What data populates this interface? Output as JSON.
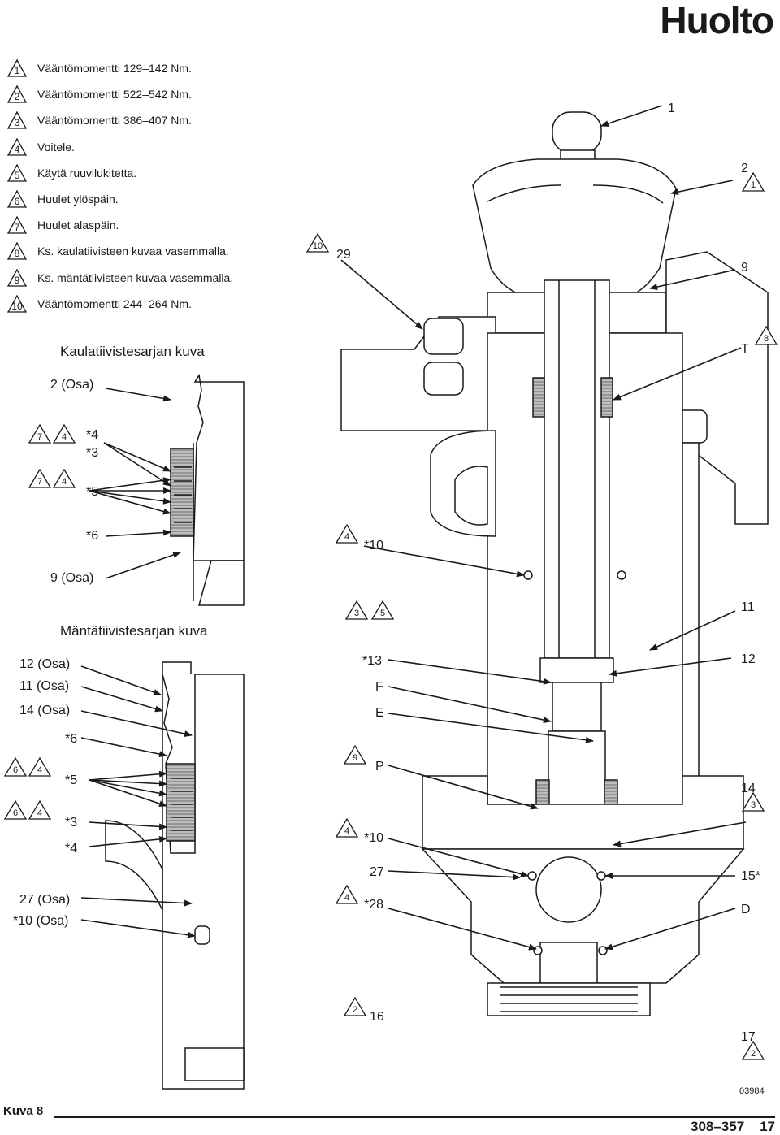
{
  "page": {
    "title": "Huolto",
    "figure_label": "Kuva 8",
    "document_number": "308–357",
    "page_number": "17",
    "drawing_ref": "03984"
  },
  "legend": [
    {
      "num": "1",
      "text": "Vääntömomentti 129–142 Nm."
    },
    {
      "num": "2",
      "text": "Vääntömomentti 522–542 Nm."
    },
    {
      "num": "3",
      "text": "Vääntömomentti 386–407 Nm."
    },
    {
      "num": "4",
      "text": "Voitele."
    },
    {
      "num": "5",
      "text": "Käytä ruuvilukitetta."
    },
    {
      "num": "6",
      "text": "Huulet ylöspäin."
    },
    {
      "num": "7",
      "text": "Huulet alaspäin."
    },
    {
      "num": "8",
      "text": "Ks. kaulatiivisteen kuvaa vasemmalla."
    },
    {
      "num": "9",
      "text": "Ks. mäntätiivisteen kuvaa vasemmalla."
    },
    {
      "num": "10",
      "text": "Vääntömomentti 244–264 Nm."
    }
  ],
  "throat_detail": {
    "title": "Kaulatiivistesarjan kuva",
    "labels": {
      "part2": "2 (Osa)",
      "p4": "*4",
      "p3": "*3",
      "p5": "*5",
      "p6": "*6",
      "part9": "9 (Osa)"
    },
    "notes": {
      "n7a": "7",
      "n4a": "4",
      "n7b": "7",
      "n4b": "4"
    }
  },
  "piston_detail": {
    "title": "Mäntätiivistesarjan kuva",
    "labels": {
      "part12": "12 (Osa)",
      "part11": "11 (Osa)",
      "part14": "14 (Osa)",
      "p6": "*6",
      "p5": "*5",
      "p3": "*3",
      "p4": "*4",
      "part27": "27 (Osa)",
      "part10": "*10 (Osa)"
    },
    "notes": {
      "n6a": "6",
      "n4a": "4",
      "n6b": "6",
      "n4b": "4"
    }
  },
  "main_callouts": {
    "c1": "1",
    "c2": "2",
    "c2_note": "1",
    "c29": "29",
    "c29_note": "10",
    "c9": "9",
    "cT": "T",
    "cT_note": "8",
    "c10a": "*10",
    "c10a_note": "4",
    "n3": "3",
    "n5": "5",
    "c11": "11",
    "c13": "*13",
    "c12": "12",
    "cF": "F",
    "cE": "E",
    "cP": "P",
    "cP_note": "9",
    "c14": "14",
    "c14_note": "3",
    "c10b": "*10",
    "c10b_note": "4",
    "c27": "27",
    "c15": "15*",
    "c28": "*28",
    "c28_note": "4",
    "cD": "D",
    "c16": "16",
    "c16_note": "2",
    "c17": "17",
    "c17_note": "2"
  }
}
